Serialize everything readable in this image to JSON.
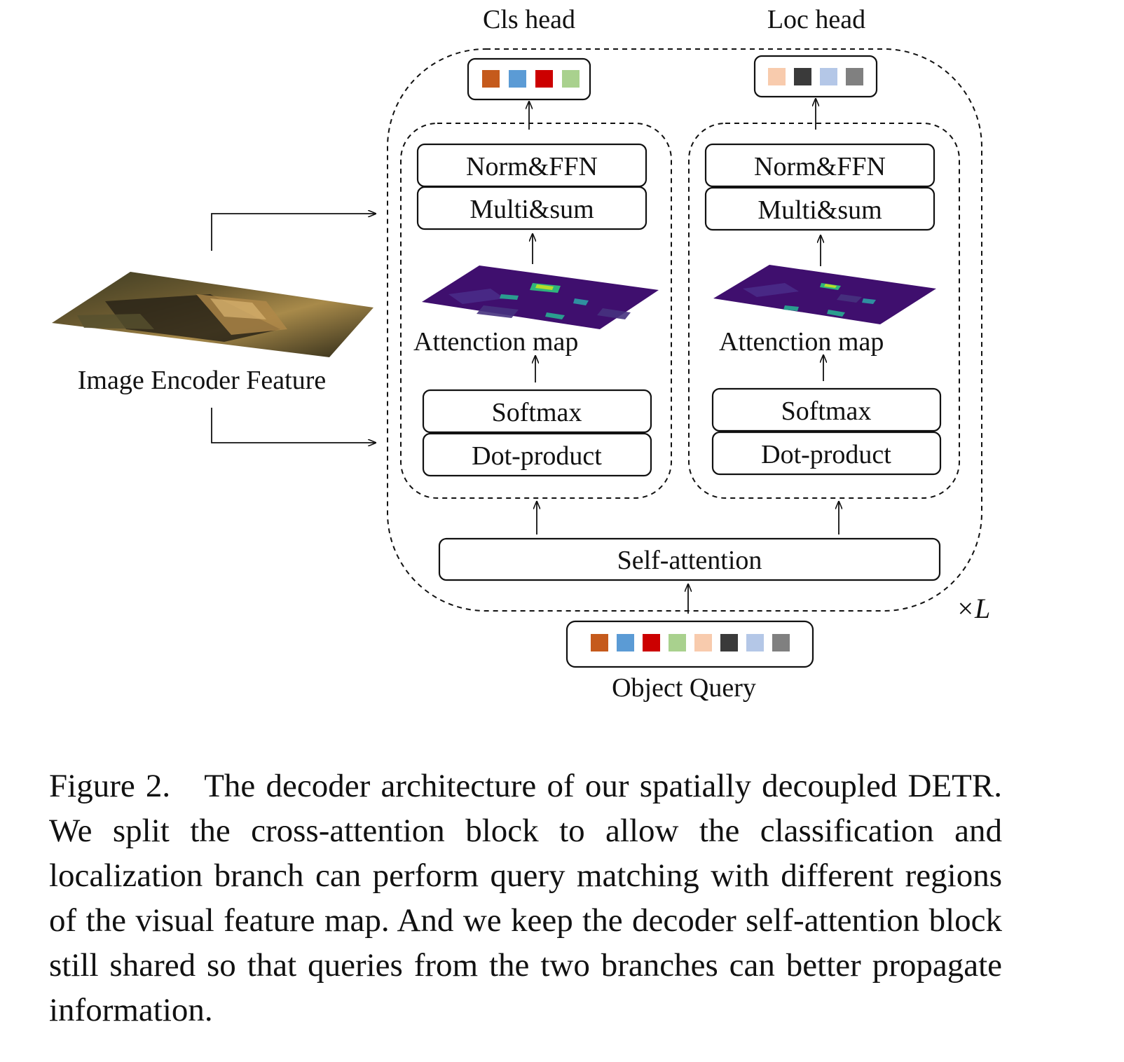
{
  "diagram": {
    "cls_head_label": "Cls head",
    "loc_head_label": "Loc head",
    "image_feature_label": "Image Encoder Feature",
    "object_query_label": "Object Query",
    "repeat_label": "×L",
    "cls_branch": {
      "norm_ffn": "Norm&FFN",
      "multi_sum": "Multi&sum",
      "attention_map": "Attenction map",
      "softmax": "Softmax",
      "dot_product": "Dot-product"
    },
    "loc_branch": {
      "norm_ffn": "Norm&FFN",
      "multi_sum": "Multi&sum",
      "attention_map": "Attenction map",
      "softmax": "Softmax",
      "dot_product": "Dot-product"
    },
    "self_attention": "Self-attention",
    "cls_colors": [
      "#c55a1c",
      "#5b9bd5",
      "#cc0000",
      "#a9d18e"
    ],
    "loc_colors": [
      "#f8cbad",
      "#3a3a3a",
      "#b4c7e7",
      "#808080"
    ],
    "query_colors": [
      "#c55a1c",
      "#5b9bd5",
      "#cc0000",
      "#a9d18e",
      "#f8cbad",
      "#3a3a3a",
      "#b4c7e7",
      "#808080"
    ]
  },
  "caption": {
    "figure_number": "Figure 2.",
    "text": "The decoder architecture of our spatially decoupled DETR. We split the cross-attention block to allow the classifi­cation and localization branch can perform query matching with different regions of the visual feature map. And we keep the de­coder self-attention block still shared so that queries from the two branches can better propagate information."
  }
}
